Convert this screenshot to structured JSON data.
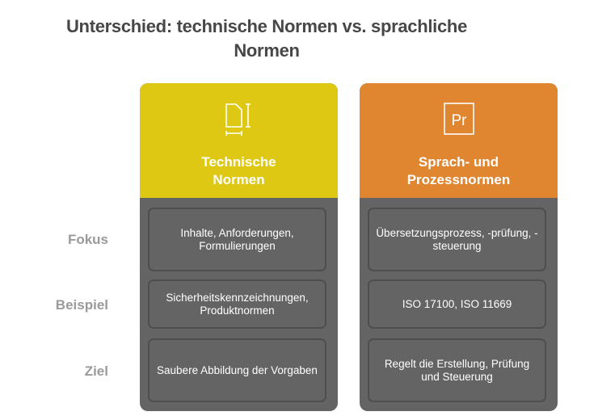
{
  "title": "Unterschied: technische Normen vs. sprachliche Normen",
  "row_labels": [
    "Fokus",
    "Beispiel",
    "Ziel"
  ],
  "columns": [
    {
      "title_line1": "Technische",
      "title_line2": "Normen",
      "icon": "document-ruler-icon",
      "color": "#dfc814",
      "cells": [
        "Inhalte, Anforderungen, Formulierungen",
        "Sicherheitskennzeichnungen, Produktnormen",
        "Saubere Abbildung der Vorgaben"
      ]
    },
    {
      "title_line1": "Sprach- und",
      "title_line2": "Prozessnormen",
      "icon": "pr-box-icon",
      "icon_text": "Pr",
      "color": "#e08630",
      "cells": [
        "Übersetzungsprozess, -prüfung, -steuerung",
        "ISO 17100, ISO 11669",
        "Regelt die Erstellung, Prüfung und Steuerung"
      ]
    }
  ],
  "colors": {
    "body": "#646464",
    "cell_border": "#4e4e4e",
    "title": "#474747",
    "row_label": "#9a9a9a"
  }
}
